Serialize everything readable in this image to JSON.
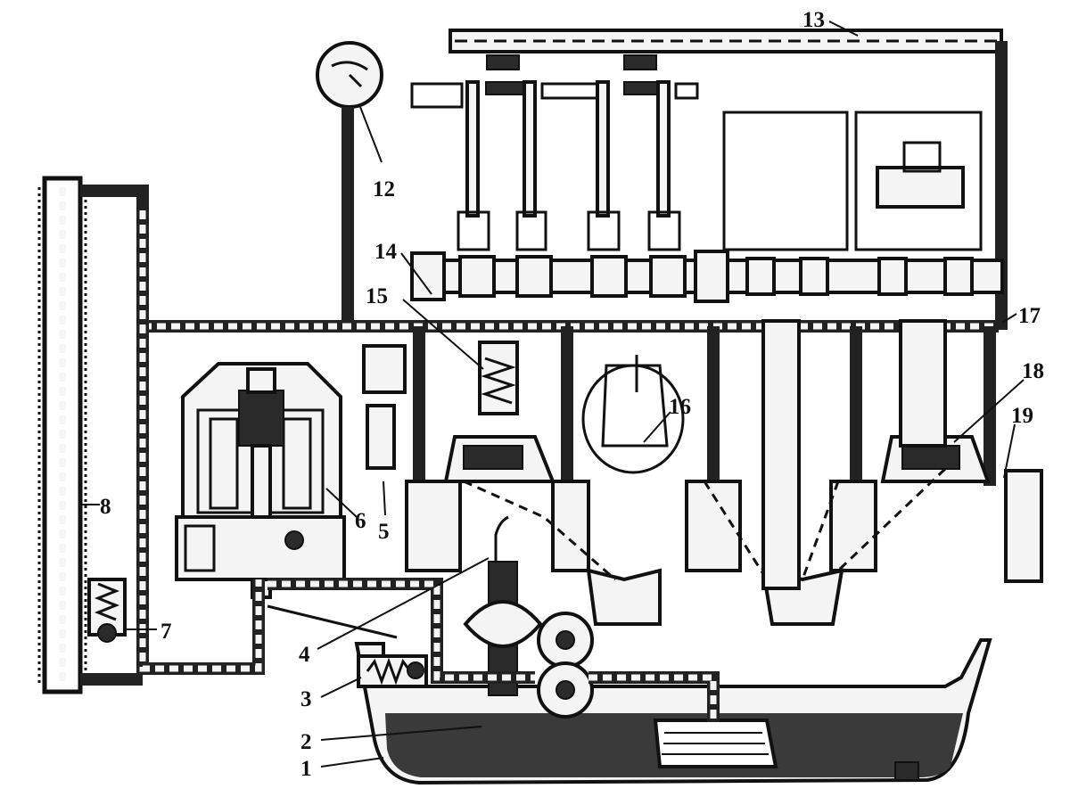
{
  "callouts": [
    {
      "id": "1",
      "text": "1"
    },
    {
      "id": "2",
      "text": "2"
    },
    {
      "id": "3",
      "text": "3"
    },
    {
      "id": "4",
      "text": "4"
    },
    {
      "id": "5",
      "text": "5"
    },
    {
      "id": "6",
      "text": "6"
    },
    {
      "id": "7",
      "text": "7"
    },
    {
      "id": "8",
      "text": "8"
    },
    {
      "id": "12",
      "text": "12"
    },
    {
      "id": "13",
      "text": "13"
    },
    {
      "id": "14",
      "text": "14"
    },
    {
      "id": "15",
      "text": "15"
    },
    {
      "id": "16",
      "text": "16"
    },
    {
      "id": "17",
      "text": "17"
    },
    {
      "id": "18",
      "text": "18"
    },
    {
      "id": "19",
      "text": "19"
    }
  ],
  "colors": {
    "ink": "#111111",
    "oil": "#3a3a3a",
    "paper": "#ffffff"
  }
}
